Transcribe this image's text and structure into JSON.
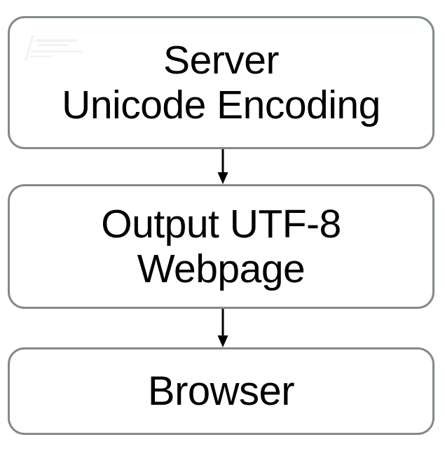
{
  "diagram": {
    "type": "flowchart",
    "orientation": "vertical",
    "background_color": "#ffffff",
    "node_border_color": "#808a8f",
    "node_fill_color": "#ffffff",
    "arrow_color": "#000000",
    "text_color": "#000000",
    "nodes": [
      {
        "id": "server",
        "shape": "rounded-rectangle",
        "lines": [
          "Server",
          "Unicode Encoding"
        ]
      },
      {
        "id": "output",
        "shape": "rounded-rectangle",
        "lines": [
          "Output UTF-8",
          "Webpage"
        ]
      },
      {
        "id": "browser",
        "shape": "rounded-rectangle",
        "lines": [
          "Browser"
        ]
      }
    ],
    "edges": [
      {
        "id": "edge-1",
        "from": "server",
        "to": "output",
        "arrow": "down-arrow"
      },
      {
        "id": "edge-2",
        "from": "output",
        "to": "browser",
        "arrow": "down-arrow"
      }
    ],
    "watermark": {
      "visible": true,
      "legible": false,
      "text": ""
    }
  }
}
